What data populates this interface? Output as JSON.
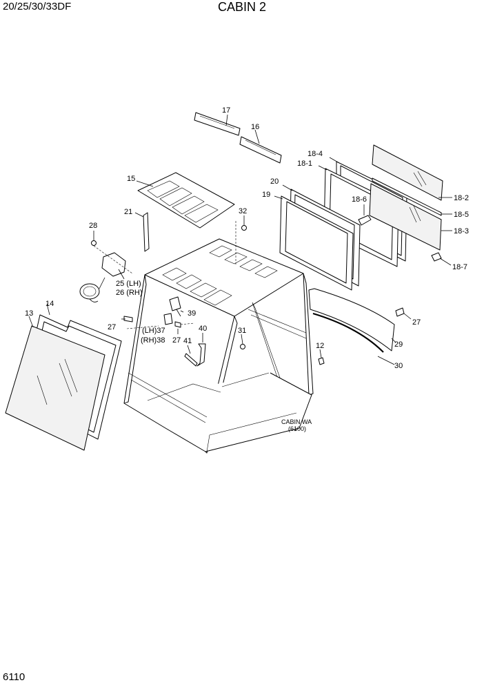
{
  "header": {
    "model": "20/25/30/33DF",
    "title": "CABIN 2"
  },
  "footer": {
    "page_number": "6110"
  },
  "callouts": {
    "c17": "17",
    "c16": "16",
    "c18_4": "18-4",
    "c18_1": "18-1",
    "c15": "15",
    "c20": "20",
    "c19": "19",
    "c18_6": "18-6",
    "c18_2": "18-2",
    "c18_5": "18-5",
    "c18_3": "18-3",
    "c18_7": "18-7",
    "c21": "21",
    "c32": "32",
    "c28": "28",
    "c25": "25 (LH)",
    "c26": "26 (RH)",
    "c14": "14",
    "c13": "13",
    "c39": "39",
    "c27a": "27",
    "c37": "(LH)37",
    "c38": "(RH)38",
    "c27b": "27",
    "c41": "41",
    "c40": "40",
    "c31": "31",
    "c12": "12",
    "c27c": "27",
    "c29": "29",
    "c30": "30"
  },
  "reference_note": {
    "line1": "CABIN WA",
    "line2": "(6100)"
  }
}
